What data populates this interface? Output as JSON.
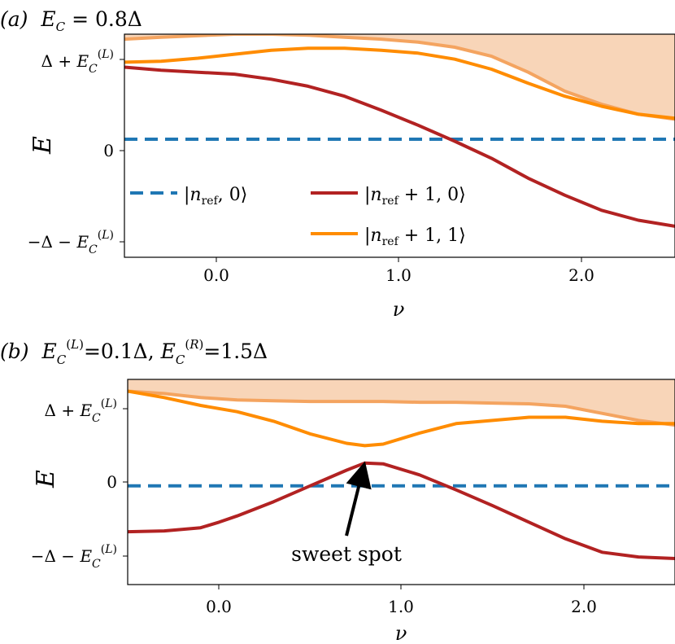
{
  "chart_data": [
    {
      "type": "line",
      "title": "(a)  E_C = 0.8Δ",
      "xlabel": "ν",
      "ylabel": "E",
      "xlim": [
        -0.5,
        2.5
      ],
      "ylim": [
        -1.18,
        1.05
      ],
      "x_ticks": [
        "0.0",
        "1.0",
        "2.0"
      ],
      "y_ticks": [
        "Δ + E_C^(L)",
        "0",
        "−Δ − E_C^(L)"
      ],
      "legend_loc": "lower center",
      "continuum": {
        "color": "#f8d5b8",
        "edge_color": "#f4a460",
        "x": [
          -0.5,
          -0.3,
          0.1,
          0.3,
          0.5,
          0.7,
          0.9,
          1.1,
          1.3,
          1.5,
          1.7,
          1.9,
          2.1,
          2.3,
          2.5
        ],
        "y": [
          1.0,
          1.02,
          1.05,
          1.05,
          1.04,
          1.02,
          1.0,
          0.97,
          0.92,
          0.83,
          0.67,
          0.48,
          0.35,
          0.25,
          0.2
        ]
      },
      "series": [
        {
          "name": "|n_ref, 0⟩",
          "color": "#1f77b4",
          "dashed": true,
          "x": [
            -0.5,
            2.5
          ],
          "y": [
            0,
            0
          ]
        },
        {
          "name": "|n_ref + 1, 0⟩",
          "color": "#b22222",
          "x": [
            -0.5,
            -0.3,
            -0.1,
            0.1,
            0.3,
            0.5,
            0.7,
            0.9,
            1.1,
            1.3,
            1.5,
            1.7,
            1.9,
            2.1,
            2.3,
            2.5
          ],
          "y": [
            0.72,
            0.69,
            0.67,
            0.65,
            0.6,
            0.53,
            0.43,
            0.29,
            0.14,
            -0.02,
            -0.19,
            -0.39,
            -0.56,
            -0.71,
            -0.81,
            -0.87
          ]
        },
        {
          "name": "|n_ref + 1, 1⟩",
          "color": "#ff8c00",
          "x": [
            -0.5,
            -0.3,
            -0.1,
            0.1,
            0.3,
            0.5,
            0.7,
            0.9,
            1.1,
            1.3,
            1.5,
            1.7,
            1.9,
            2.1,
            2.3,
            2.5
          ],
          "y": [
            0.77,
            0.78,
            0.81,
            0.85,
            0.89,
            0.91,
            0.91,
            0.89,
            0.86,
            0.8,
            0.7,
            0.56,
            0.43,
            0.33,
            0.25,
            0.21
          ]
        }
      ]
    },
    {
      "type": "line",
      "title": "(b)  E_C^(L) = 0.1Δ, E_C^(R) = 1.5Δ",
      "xlabel": "ν",
      "ylabel": "E",
      "xlim": [
        -0.5,
        2.5
      ],
      "ylim": [
        -1.25,
        1.35
      ],
      "x_ticks": [
        "0.0",
        "1.0",
        "2.0"
      ],
      "y_ticks": [
        "Δ + E_C^(L)",
        "0",
        "−Δ − E_C^(L)"
      ],
      "annotation": {
        "text": "sweet spot",
        "x": 0.79,
        "y": 0.28
      },
      "continuum": {
        "color": "#f8d5b8",
        "edge_color": "#f4a460",
        "x": [
          -0.5,
          -0.3,
          -0.1,
          0.1,
          0.3,
          0.5,
          0.7,
          0.9,
          1.1,
          1.3,
          1.5,
          1.7,
          1.9,
          2.1,
          2.3,
          2.5
        ],
        "y": [
          1.2,
          1.17,
          1.12,
          1.09,
          1.08,
          1.07,
          1.07,
          1.07,
          1.06,
          1.06,
          1.05,
          1.04,
          1.01,
          0.92,
          0.83,
          0.77
        ]
      },
      "series": [
        {
          "name": "|n_ref, 0⟩",
          "color": "#1f77b4",
          "dashed": true,
          "x": [
            -0.5,
            2.5
          ],
          "y": [
            0,
            0
          ]
        },
        {
          "name": "|n_ref + 1, 0⟩",
          "color": "#b22222",
          "x": [
            -0.5,
            -0.3,
            -0.1,
            0.0,
            0.1,
            0.3,
            0.5,
            0.7,
            0.8,
            0.9,
            1.1,
            1.3,
            1.5,
            1.7,
            1.9,
            2.1,
            2.3,
            2.5
          ],
          "y": [
            -0.58,
            -0.57,
            -0.53,
            -0.46,
            -0.38,
            -0.2,
            0.0,
            0.2,
            0.29,
            0.28,
            0.14,
            -0.05,
            -0.25,
            -0.46,
            -0.67,
            -0.84,
            -0.9,
            -0.92
          ]
        },
        {
          "name": "|n_ref + 1, 1⟩",
          "color": "#ff8c00",
          "x": [
            -0.5,
            -0.3,
            -0.1,
            0.1,
            0.3,
            0.5,
            0.7,
            0.8,
            0.9,
            1.1,
            1.3,
            1.5,
            1.7,
            1.9,
            2.1,
            2.3,
            2.5
          ],
          "y": [
            1.2,
            1.12,
            1.02,
            0.94,
            0.82,
            0.66,
            0.54,
            0.51,
            0.53,
            0.67,
            0.79,
            0.83,
            0.87,
            0.87,
            0.82,
            0.79,
            0.79
          ]
        }
      ]
    }
  ]
}
